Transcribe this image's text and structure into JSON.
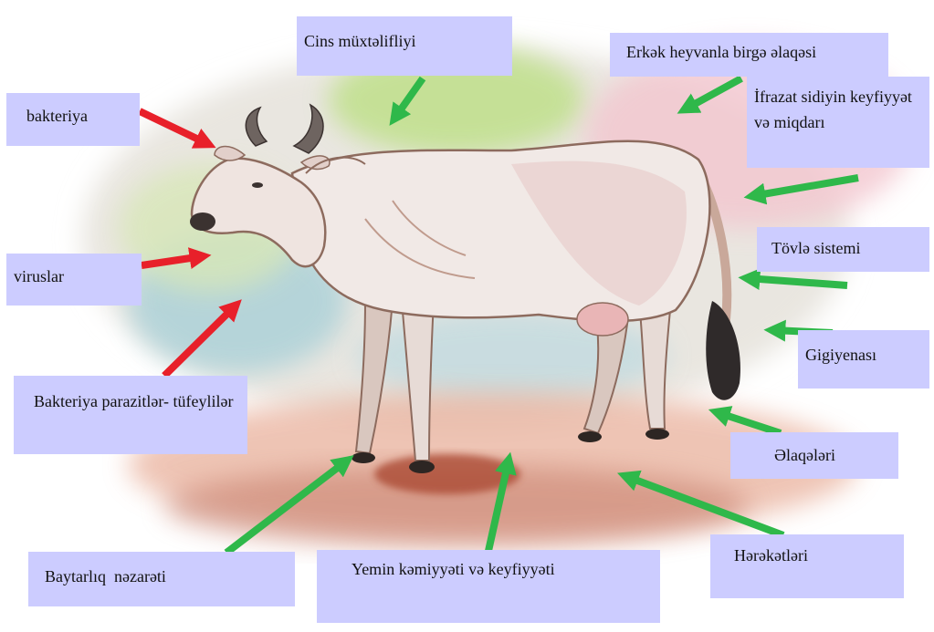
{
  "colors": {
    "label_bg": "#ccccff",
    "arrow_red": "#e8202a",
    "arrow_green": "#2fb84a"
  },
  "labels": {
    "cins": "Cins müxtəlifliyi",
    "erkek": "Erkək heyvanla birgə əlaqəsi",
    "ifrazat": "İfrazat sidiyin keyfiyyət və miqdarı",
    "bakteriya": "bakteriya",
    "viruslar": "viruslar",
    "tovle": "Tövlə sistemi",
    "gigiyena": "Gigiyenası",
    "parazit": "Bakteriya parazitlər- tüfeylilər",
    "elaqeler": "Əlaqələri",
    "hereketler": "Hərəkətləri",
    "baytarliq": "Baytarlıq  nəzarəti",
    "yemin": "Yemin kəmiyyəti və keyfiyyəti"
  },
  "illustration": {
    "subject": "cow-watercolor",
    "red_arrows": [
      "bakteriya",
      "viruslar",
      "parazit"
    ],
    "green_arrows": [
      "cins",
      "erkek",
      "ifrazat",
      "tovle",
      "gigiyena",
      "elaqeler",
      "hereketler",
      "yemin",
      "baytarliq"
    ]
  }
}
